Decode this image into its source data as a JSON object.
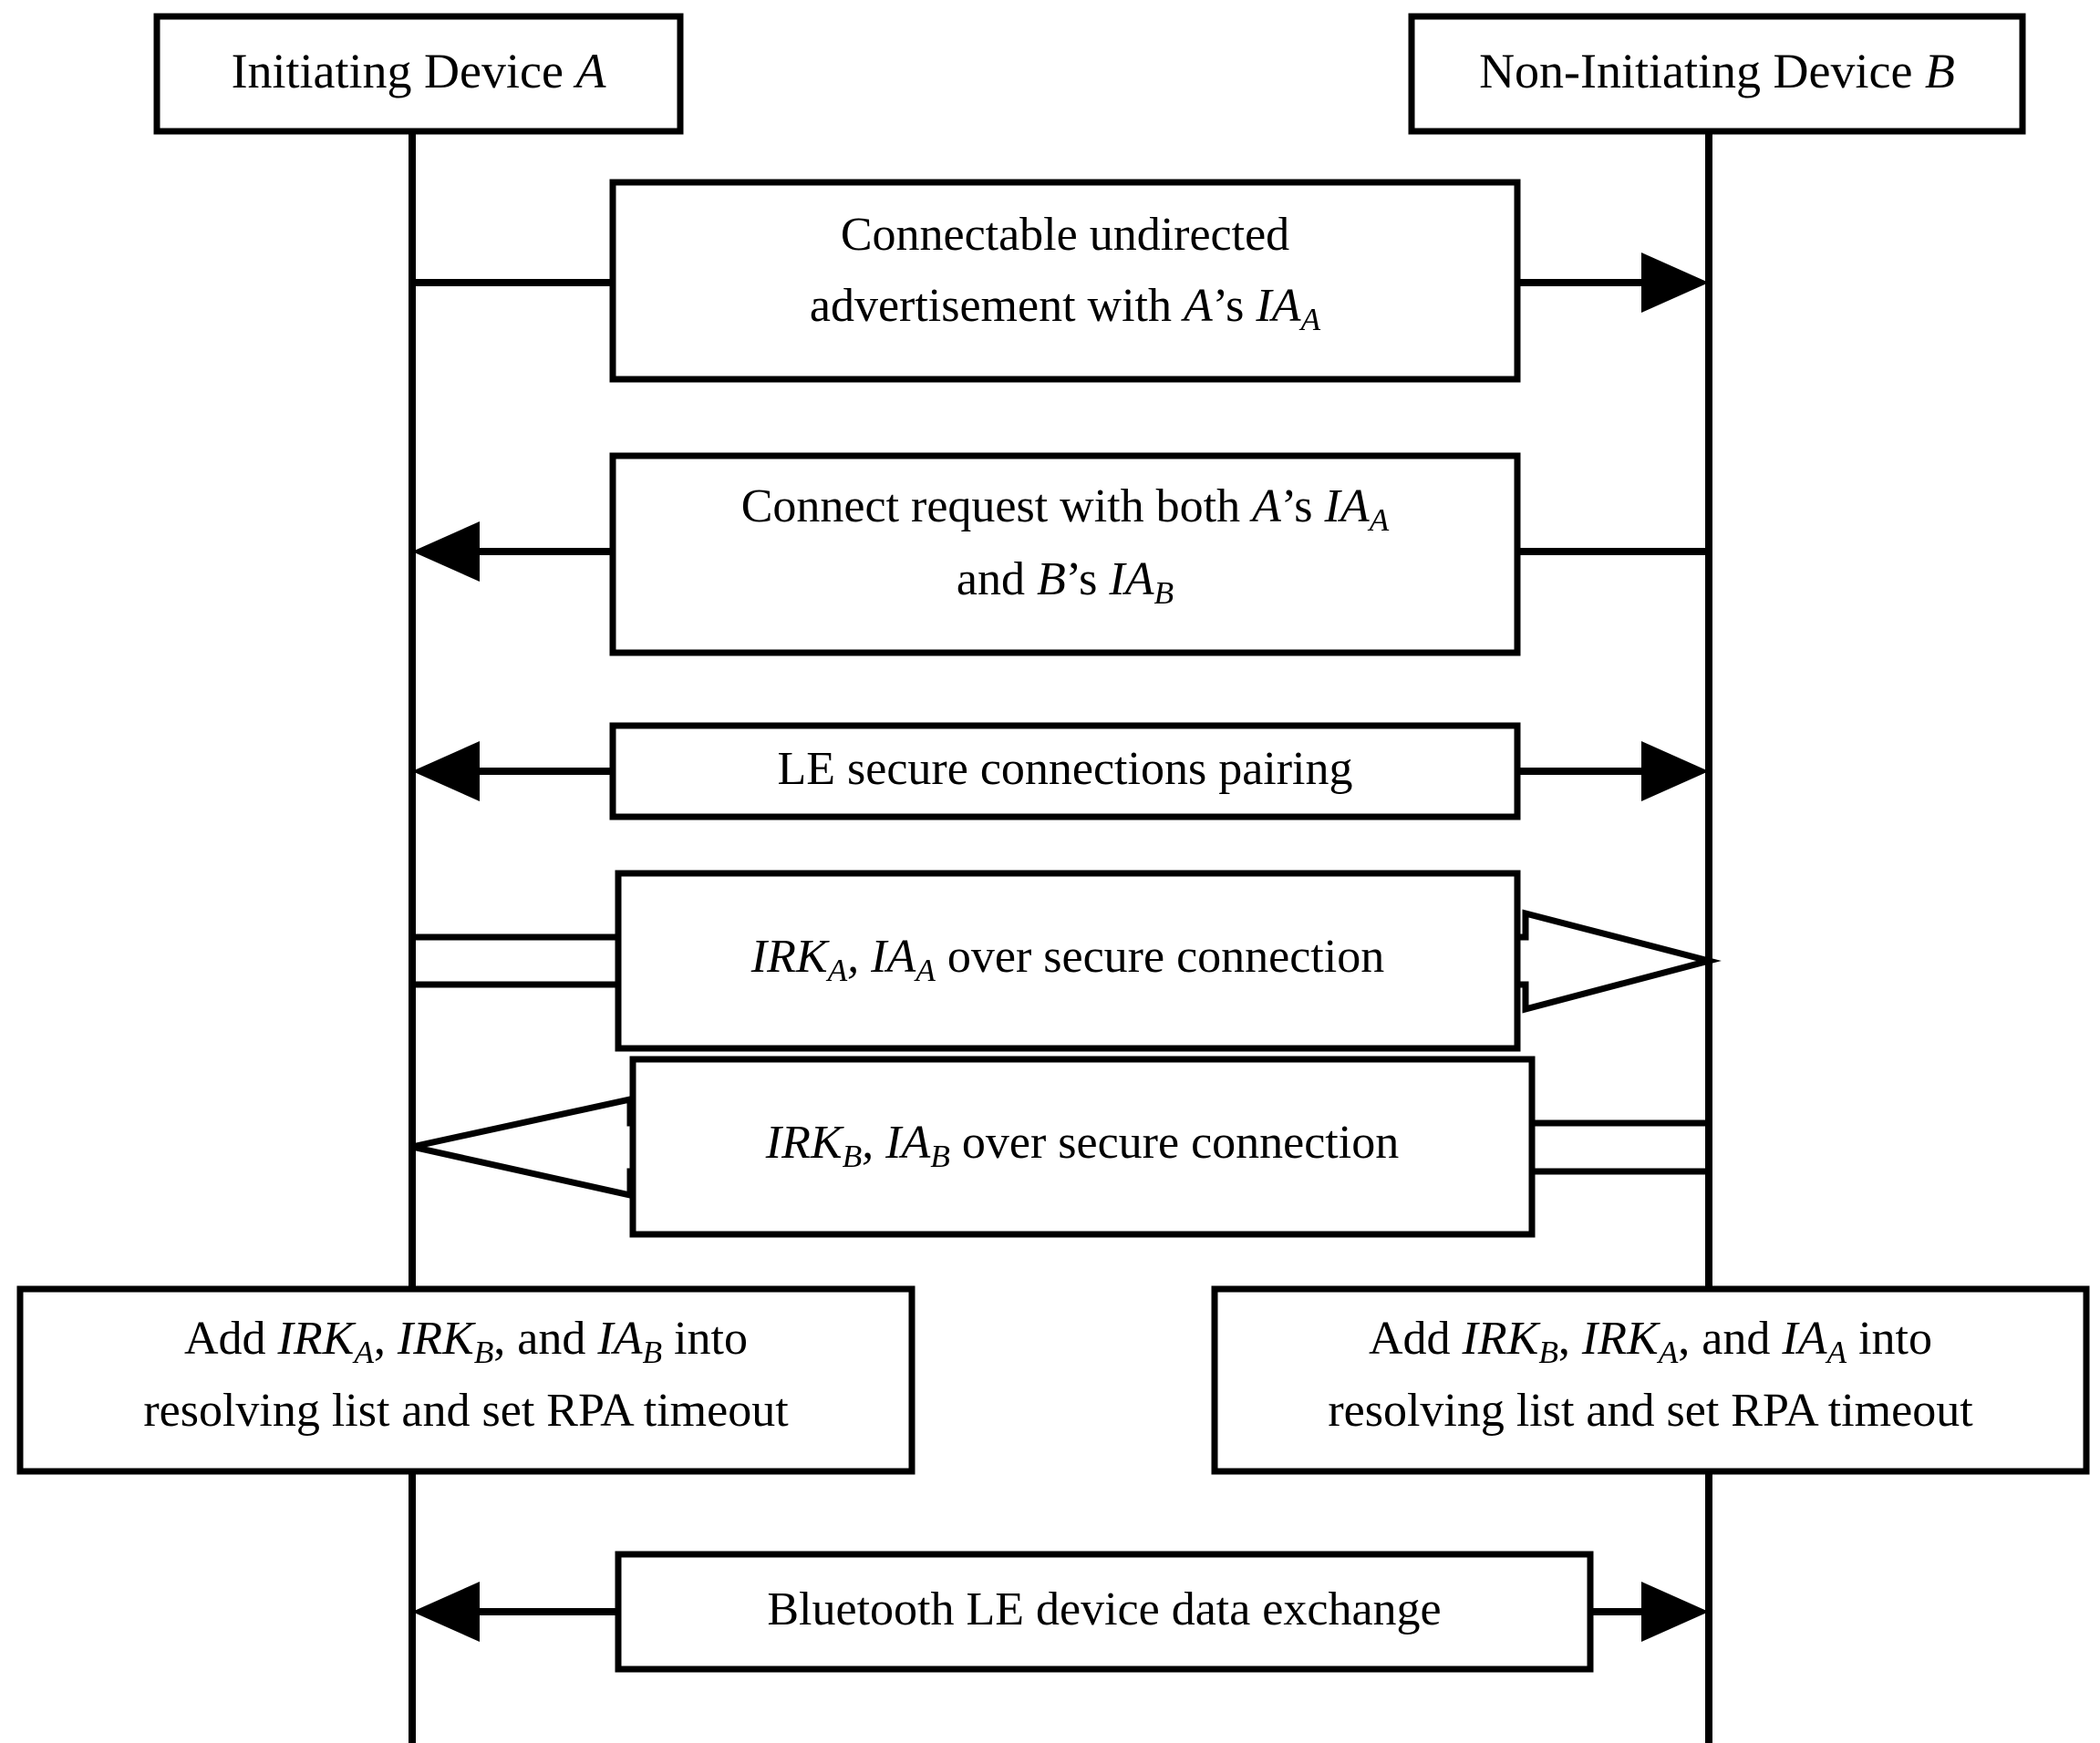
{
  "diagram": {
    "title": "Bluetooth LE privacy pairing sequence",
    "type": "sequence-diagram",
    "colors": {
      "stroke": "#000000",
      "fill": "#ffffff",
      "background": "#ffffff"
    }
  },
  "participants": [
    {
      "id": "device-a",
      "label_plain": "Initiating Device A",
      "label_prefix": "Initiating Device ",
      "label_italic": "A"
    },
    {
      "id": "device-b",
      "label_plain": "Non-Initiating Device B",
      "label_prefix": "Non-Initiating Device ",
      "label_italic": "B"
    }
  ],
  "messages": [
    {
      "id": "msg-advertisement",
      "direction": "a-to-b",
      "arrow_style": "solid-line",
      "line1": {
        "plain": "Connectable undirected",
        "parts": [
          {
            "text": "Connectable undirected",
            "style": "roman"
          }
        ]
      },
      "line2": {
        "plain": "advertisement with A’s IA_A",
        "parts": [
          {
            "text": "advertisement with ",
            "style": "roman"
          },
          {
            "text": "A",
            "style": "italic"
          },
          {
            "text": "’s ",
            "style": "roman"
          },
          {
            "text": "IA",
            "style": "italic"
          },
          {
            "text": "A",
            "style": "subscript"
          }
        ]
      }
    },
    {
      "id": "msg-connect-request",
      "direction": "b-to-a",
      "arrow_style": "solid-line",
      "line1": {
        "plain": "Connect request with both A’s IA_A",
        "parts": [
          {
            "text": "Connect request with both ",
            "style": "roman"
          },
          {
            "text": "A",
            "style": "italic"
          },
          {
            "text": "’s ",
            "style": "roman"
          },
          {
            "text": "IA",
            "style": "italic"
          },
          {
            "text": "A",
            "style": "subscript"
          }
        ]
      },
      "line2": {
        "plain": "and B’s IA_B",
        "parts": [
          {
            "text": "and ",
            "style": "roman"
          },
          {
            "text": "B",
            "style": "italic"
          },
          {
            "text": "’s ",
            "style": "roman"
          },
          {
            "text": "IA",
            "style": "italic"
          },
          {
            "text": "B",
            "style": "subscript"
          }
        ]
      }
    },
    {
      "id": "msg-le-pairing",
      "direction": "bidirectional",
      "arrow_style": "solid-line",
      "line1": {
        "plain": "LE secure connections pairing",
        "parts": [
          {
            "text": "LE secure connections pairing",
            "style": "roman"
          }
        ]
      }
    },
    {
      "id": "msg-irk-a",
      "direction": "a-to-b",
      "arrow_style": "hollow-block-arrow",
      "line1": {
        "plain": "IRK_A, IA_A over secure connection",
        "parts": [
          {
            "text": "IRK",
            "style": "italic"
          },
          {
            "text": "A",
            "style": "subscript"
          },
          {
            "text": ", ",
            "style": "italic"
          },
          {
            "text": "IA",
            "style": "italic"
          },
          {
            "text": "A",
            "style": "subscript"
          },
          {
            "text": " over secure connection",
            "style": "roman"
          }
        ]
      }
    },
    {
      "id": "msg-irk-b",
      "direction": "b-to-a",
      "arrow_style": "hollow-block-arrow",
      "line1": {
        "plain": "IRK_B, IA_B over secure connection",
        "parts": [
          {
            "text": "IRK",
            "style": "italic"
          },
          {
            "text": "B",
            "style": "subscript"
          },
          {
            "text": ", ",
            "style": "italic"
          },
          {
            "text": "IA",
            "style": "italic"
          },
          {
            "text": "B",
            "style": "subscript"
          },
          {
            "text": " over secure connection",
            "style": "roman"
          }
        ]
      }
    },
    {
      "id": "msg-data-exchange",
      "direction": "bidirectional",
      "arrow_style": "solid-line",
      "line1": {
        "plain": "Bluetooth LE device data exchange",
        "parts": [
          {
            "text": "Bluetooth LE device data exchange",
            "style": "roman"
          }
        ]
      }
    }
  ],
  "actions": [
    {
      "id": "action-a-resolving-list",
      "owner": "device-a",
      "line1": {
        "plain": "Add IRK_A, IRK_B, and IA_B into",
        "parts": [
          {
            "text": "Add ",
            "style": "roman"
          },
          {
            "text": "IRK",
            "style": "italic"
          },
          {
            "text": "A",
            "style": "subscript"
          },
          {
            "text": ", ",
            "style": "roman"
          },
          {
            "text": "IRK",
            "style": "italic"
          },
          {
            "text": "B",
            "style": "subscript"
          },
          {
            "text": ", and ",
            "style": "roman"
          },
          {
            "text": "IA",
            "style": "italic"
          },
          {
            "text": "B",
            "style": "subscript"
          },
          {
            "text": " into",
            "style": "roman"
          }
        ]
      },
      "line2": {
        "plain": "resolving list and set RPA timeout",
        "parts": [
          {
            "text": "resolving list and set RPA timeout",
            "style": "roman"
          }
        ]
      }
    },
    {
      "id": "action-b-resolving-list",
      "owner": "device-b",
      "line1": {
        "plain": "Add IRK_B, IRK_A, and IA_A into",
        "parts": [
          {
            "text": "Add ",
            "style": "roman"
          },
          {
            "text": "IRK",
            "style": "italic"
          },
          {
            "text": "B",
            "style": "subscript"
          },
          {
            "text": ", ",
            "style": "roman"
          },
          {
            "text": "IRK",
            "style": "italic"
          },
          {
            "text": "A",
            "style": "subscript"
          },
          {
            "text": ", and ",
            "style": "roman"
          },
          {
            "text": "IA",
            "style": "italic"
          },
          {
            "text": "A",
            "style": "subscript"
          },
          {
            "text": " into",
            "style": "roman"
          }
        ]
      },
      "line2": {
        "plain": "resolving list and set RPA timeout",
        "parts": [
          {
            "text": "resolving list and set RPA timeout",
            "style": "roman"
          }
        ]
      }
    }
  ]
}
